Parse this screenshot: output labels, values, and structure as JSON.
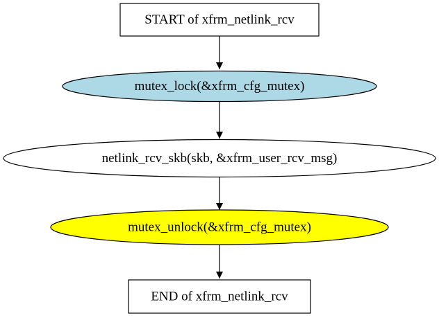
{
  "diagram": {
    "nodes": [
      {
        "id": "start",
        "shape": "box",
        "label": "START of xfrm_netlink_rcv",
        "fill": "#ffffff"
      },
      {
        "id": "lock",
        "shape": "ellipse",
        "label": "mutex_lock(&xfrm_cfg_mutex)",
        "fill": "#add8e6"
      },
      {
        "id": "rcv",
        "shape": "ellipse",
        "label": "netlink_rcv_skb(skb, &xfrm_user_rcv_msg)",
        "fill": "#ffffff"
      },
      {
        "id": "unlock",
        "shape": "ellipse",
        "label": "mutex_unlock(&xfrm_cfg_mutex)",
        "fill": "#ffff00"
      },
      {
        "id": "end",
        "shape": "box",
        "label": "END of xfrm_netlink_rcv",
        "fill": "#ffffff"
      }
    ],
    "edges": [
      {
        "from": "start",
        "to": "lock"
      },
      {
        "from": "lock",
        "to": "rcv"
      },
      {
        "from": "rcv",
        "to": "unlock"
      },
      {
        "from": "unlock",
        "to": "end"
      }
    ],
    "colors": {
      "stroke": "#000000",
      "background": "#ffffff"
    }
  }
}
